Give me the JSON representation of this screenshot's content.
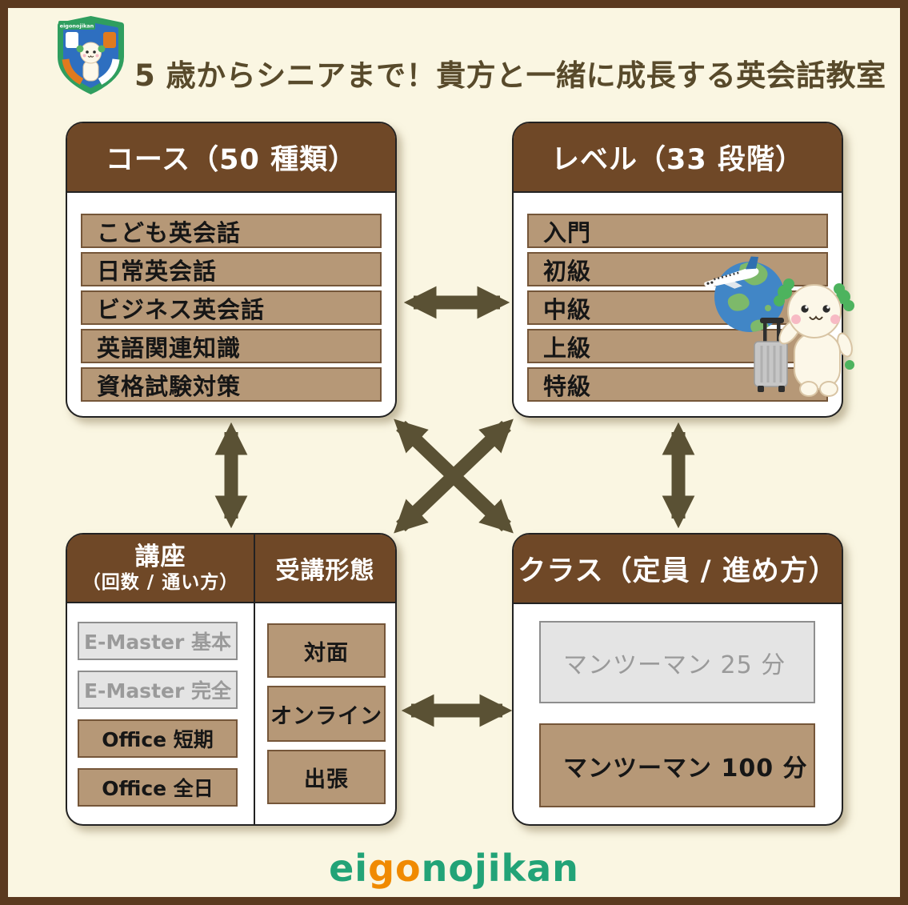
{
  "title": "5 歳からシニアまで！貴方と一緒に成長する英会話教室",
  "logo": {
    "banner_text": "eigonojikan"
  },
  "panels": {
    "course": {
      "title": "コース（50 種類）",
      "items": [
        "こども英会話",
        "日常英会話",
        "ビジネス英会話",
        "英語関連知識",
        "資格試験対策"
      ]
    },
    "level": {
      "title": "レベル（33 段階）",
      "items": [
        "入門",
        "初級",
        "中級",
        "上級",
        "特級"
      ]
    },
    "course_format": {
      "col1_title_line1": "講座",
      "col1_title_line2": "（回数 / 通い方）",
      "col1_items": [
        {
          "label": "E-Master 基本",
          "state": "inactive"
        },
        {
          "label": "E-Master 完全",
          "state": "inactive"
        },
        {
          "label": "Office 短期",
          "state": "active"
        },
        {
          "label": "Office 全日",
          "state": "active"
        }
      ],
      "col2_title": "受講形態",
      "col2_items": [
        "対面",
        "オンライン",
        "出張"
      ]
    },
    "class": {
      "title": "クラス（定員 / 進め方）",
      "items": [
        {
          "label": "マンツーマン 25 分",
          "state": "inactive"
        },
        {
          "label": "マンツーマン 100 分",
          "state": "active"
        }
      ]
    }
  },
  "footer": {
    "logo_parts": [
      {
        "text": "ei",
        "color": "#22a377"
      },
      {
        "text": "go",
        "color": "#f08a00"
      },
      {
        "text": "nojikan",
        "color": "#22a377"
      }
    ]
  },
  "colors": {
    "background": "#faf6e2",
    "frame": "#5b3a1f",
    "panel_header": "#6f4827",
    "item_fill": "#b69877",
    "item_border": "#755639",
    "inactive_fill": "#e4e4e4",
    "inactive_text": "#9a9a9a",
    "arrow": "#5a5134",
    "title_text": "#584a2b"
  }
}
